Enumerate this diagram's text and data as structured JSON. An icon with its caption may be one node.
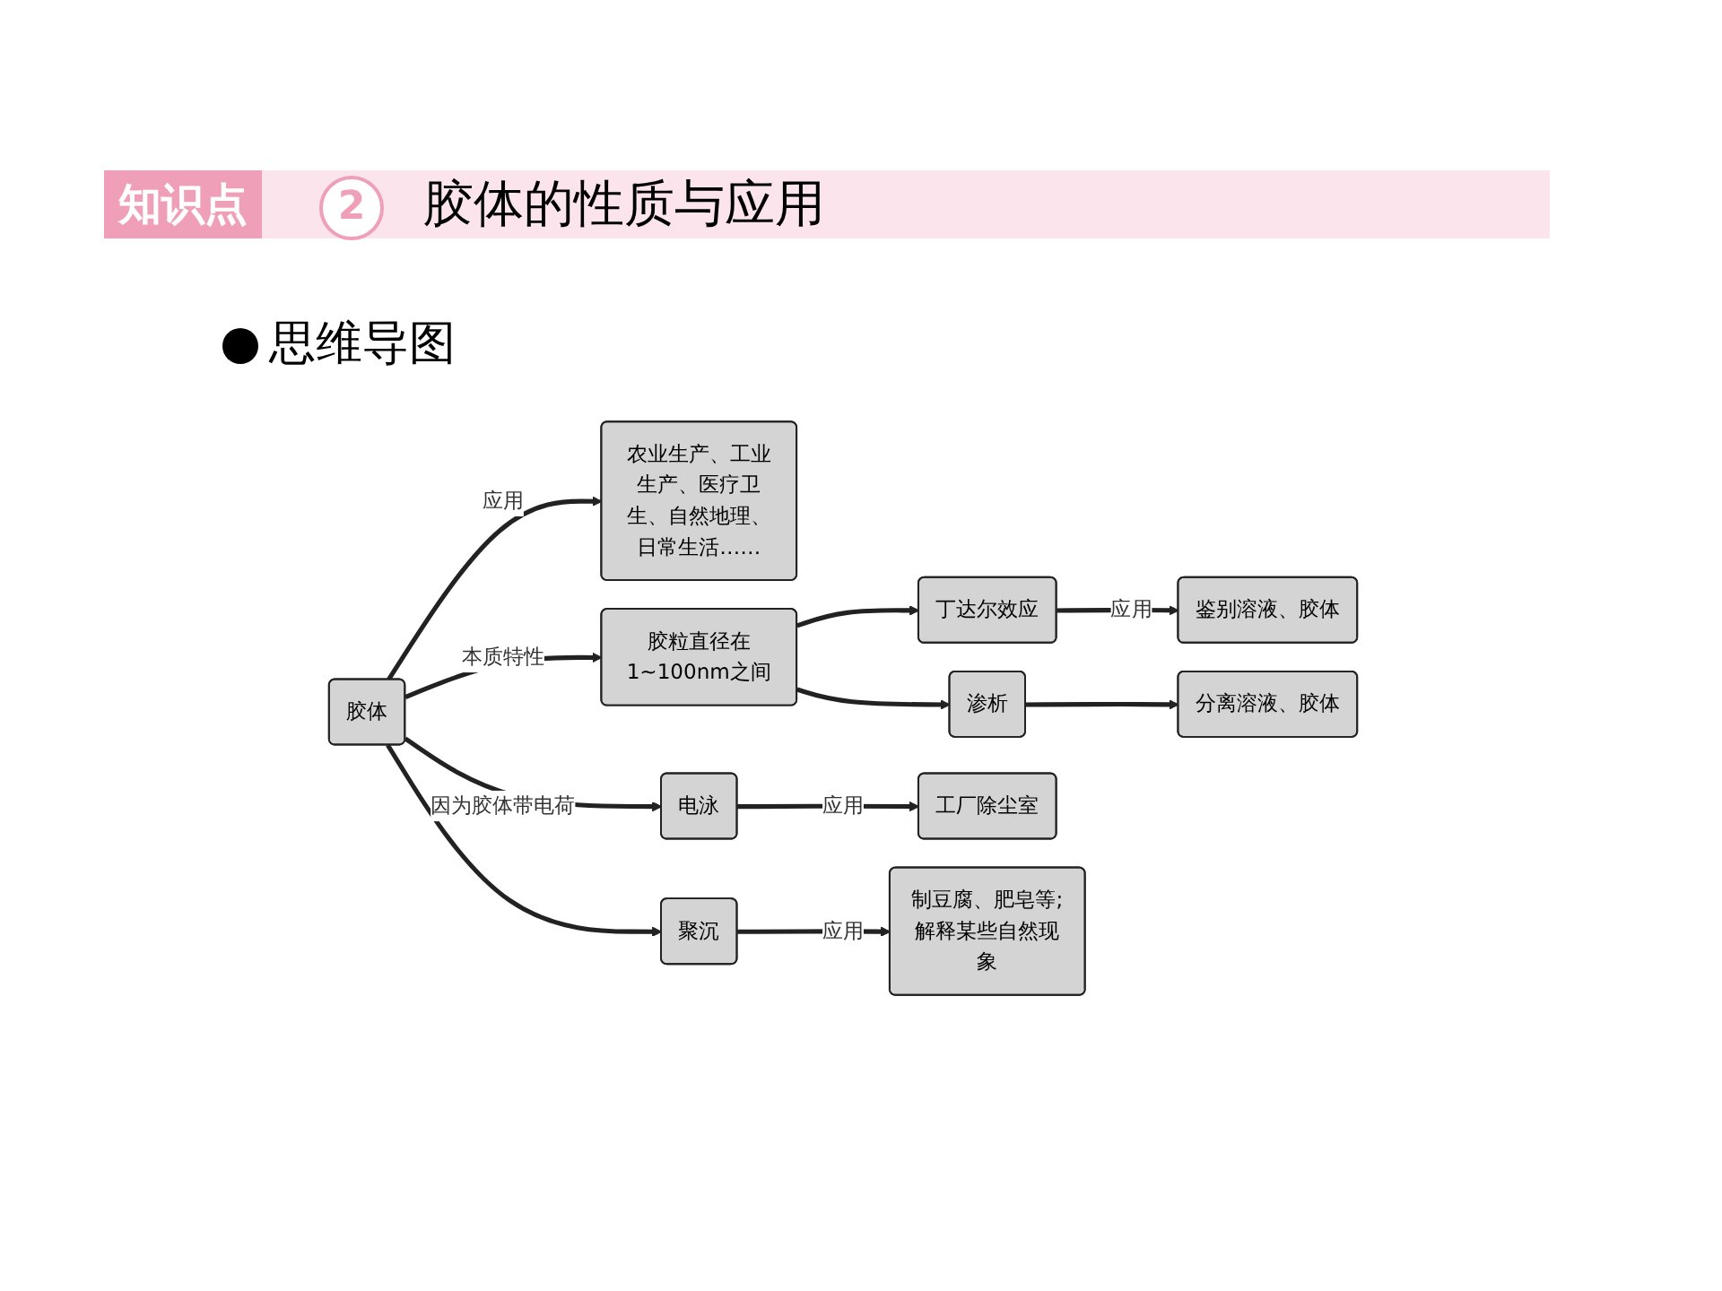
{
  "diagram": {
    "title": "胶体的性质与应用",
    "nodes": [
      {
        "text": [
          "农业生产、工业生产、医疗卫生、自然地理、日常生活……"
        ]
      },
      {
        "text": [
          "胶体"
        ]
      },
      {
        "text": [
          "胶粒直径在1~100nm之间"
        ]
      },
      {
        "text": [
          "丁达尔效应"
        ]
      },
      {
        "text": [
          "鉴别溶液、胶体"
        ]
      },
      {
        "text": [
          "渗析"
        ]
      },
      {
        "text": [
          "分离溶液、胶体"
        ]
      },
      {
        "text": [
          "电泳"
        ]
      },
      {
        "text": [
          "工厂除尘室"
        ]
      },
      {
        "text": [
          "聚沉"
        ]
      },
      {
        "text": [
          "制豆腐、肥皂等;解释某些自然现象"
        ]
      }
    ],
    "edges": [
      {
        "from": 1,
        "to": 0,
        "arrow": "to",
        "label": "应用"
      },
      {
        "from": 1,
        "to": 2,
        "arrow": "to",
        "label": "本质特性"
      },
      {
        "from": 2,
        "to": 3,
        "arrow": "to"
      },
      {
        "from": 2,
        "to": 5,
        "arrow": "to"
      },
      {
        "from": 3,
        "to": 4,
        "arrow": "to",
        "label": "应用"
      },
      {
        "from": 5,
        "to": 6,
        "arrow": "to"
      },
      {
        "from": 1,
        "to": 7,
        "arrow": "to",
        "label": "因为胶体带电荷"
      },
      {
        "from": 1,
        "to": 9,
        "arrow": "to"
      },
      {
        "from": 7,
        "to": 8,
        "arrow": "to",
        "label": "应用"
      },
      {
        "from": 9,
        "to": 10,
        "arrow": "to",
        "label": "应用"
      }
    ],
    "labels": [
      "知识点",
      "2",
      "思维导图"
    ]
  }
}
